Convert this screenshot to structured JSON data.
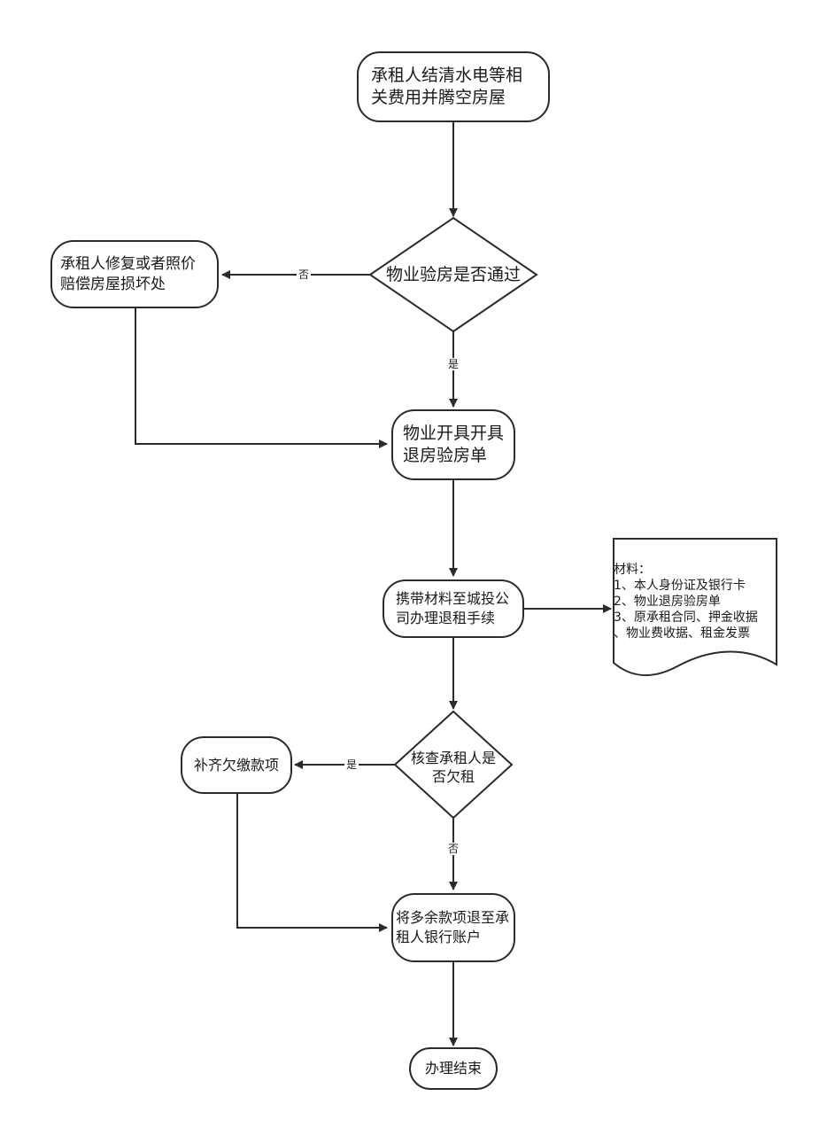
{
  "nodes": {
    "start": "承租人结清水电等相关费用并腾空房屋",
    "inspect": "物业验房是否通过",
    "repair": "承租人修复或者照价赔偿房屋损坏处",
    "issue": "物业开具开具退房验房单",
    "bring": "携带材料至城投公司办理退租手续",
    "check_rent": "核查承租人是否欠租",
    "pay_arrears": "补齐欠缴款项",
    "refund": "将多余款项退至承租人银行账户",
    "end": "办理结束"
  },
  "edges": {
    "inspect_no": "否",
    "inspect_yes": "是",
    "rent_yes": "是",
    "rent_no": "否"
  },
  "materials": {
    "title": "材料：",
    "items": [
      "1、本人身份证及银行卡",
      "2、物业退房验房单",
      "3、原承租合同、押金收据",
      "、物业费收据、租金发票"
    ]
  }
}
